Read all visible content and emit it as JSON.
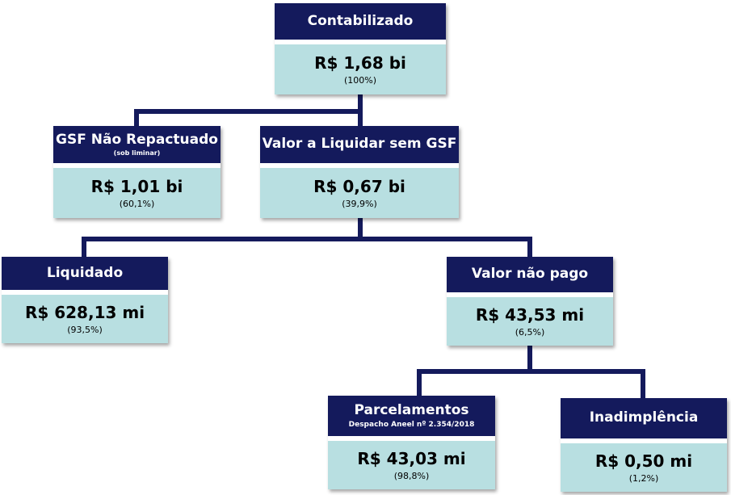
{
  "nodes": {
    "contabilizado": {
      "title": "Contabilizado",
      "value": "R$ 1,68 bi",
      "percent": "(100%)"
    },
    "gsf_nao_repactuado": {
      "title": "GSF Não Repactuado",
      "subtitle": "(sob liminar)",
      "value": "R$ 1,01 bi",
      "percent": "(60,1%)"
    },
    "valor_a_liquidar": {
      "title": "Valor a Liquidar sem GSF",
      "value": "R$ 0,67 bi",
      "percent": "(39,9%)"
    },
    "liquidado": {
      "title": "Liquidado",
      "value": "R$ 628,13 mi",
      "percent": "(93,5%)"
    },
    "valor_nao_pago": {
      "title": "Valor não pago",
      "value": "R$ 43,53 mi",
      "percent": "(6,5%)"
    },
    "parcelamentos": {
      "title": "Parcelamentos",
      "subtitle": "Despacho Aneel nº 2.354/2018",
      "value": "R$ 43,03 mi",
      "percent": "(98,8%)"
    },
    "inadimplencia": {
      "title": "Inadimplência",
      "value": "R$ 0,50 mi",
      "percent": "(1,2%)"
    }
  },
  "colors": {
    "header": "#141a5c",
    "body": "#b8dfe1",
    "connector": "#141a5c"
  }
}
